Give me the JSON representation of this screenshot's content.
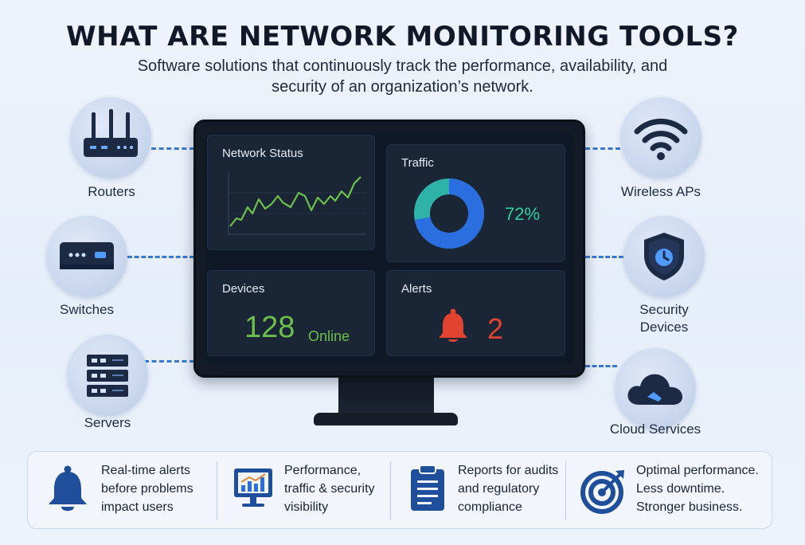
{
  "header": {
    "title": "WHAT ARE NETWORK MONITORING TOOLS?",
    "subtitle": "Software solutions that continuously track the performance, availability, and security of an organization’s network."
  },
  "devices": {
    "routers": "Routers",
    "switches": "Switches",
    "servers": "Servers",
    "wireless": "Wireless APs",
    "security_line1": "Security",
    "security_line2": "Devices",
    "cloud": "Cloud Services"
  },
  "dashboard": {
    "network_status": {
      "title": "Network Status"
    },
    "traffic": {
      "title": "Traffic",
      "value": "72%"
    },
    "devices": {
      "title": "Devices",
      "count": "128",
      "status": "Online"
    },
    "alerts": {
      "title": "Alerts",
      "count": "2"
    }
  },
  "features": [
    {
      "line1": "Real-time alerts",
      "line2": "before problems",
      "line3": "impact users",
      "icon": "bell-icon"
    },
    {
      "line1": "Performance,",
      "line2": "traffic & security",
      "line3": "visibility",
      "icon": "monitor-chart-icon"
    },
    {
      "line1": "Reports for audits",
      "line2": "and regulatory",
      "line3": "compliance",
      "icon": "clipboard-icon"
    },
    {
      "line1": "Optimal performance.",
      "line2": "Less downtime.",
      "line3": "Stronger business.",
      "icon": "target-icon"
    }
  ],
  "colors": {
    "accent_blue": "#1f4e9a",
    "dash_blue": "#3a78c9",
    "online_green": "#6cc04a",
    "alert_red": "#e0432f",
    "donut_teal": "#2fb3a8",
    "donut_blue": "#2a6ee0"
  }
}
